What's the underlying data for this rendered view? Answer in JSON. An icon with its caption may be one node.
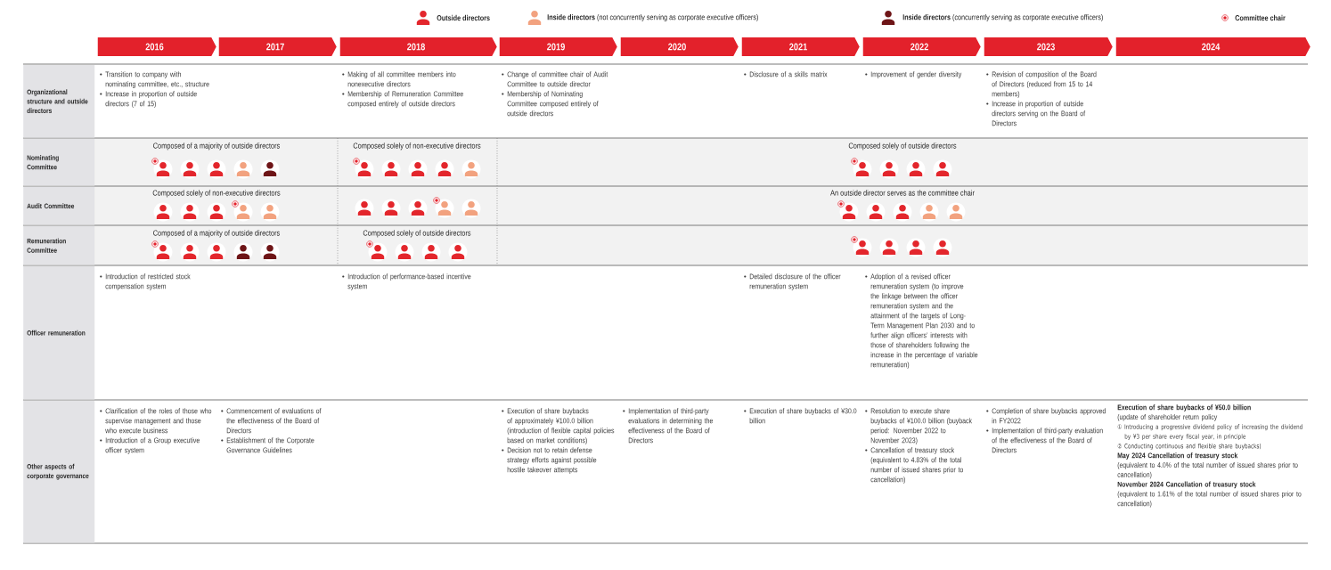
{
  "diagram": {
    "nodes": [
      {
        "text": [
          "2016"
        ]
      },
      {
        "text": [
          "2017"
        ]
      },
      {
        "text": [
          "2018"
        ]
      },
      {
        "text": [
          "2019"
        ]
      },
      {
        "text": [
          "2020"
        ]
      },
      {
        "text": [
          "2021"
        ]
      },
      {
        "text": [
          "2022"
        ]
      },
      {
        "text": [
          "2023"
        ]
      },
      {
        "text": [
          "2024"
        ]
      },
      {
        "text": [
          "Organizational structure and outside directors"
        ]
      },
      {
        "text": [
          "Nominating Committee"
        ]
      },
      {
        "text": [
          "Audit Committee"
        ]
      },
      {
        "text": [
          "Remuneration Committee"
        ]
      },
      {
        "text": [
          "Officer remuneration"
        ]
      },
      {
        "text": [
          "Other aspects of corporate governance"
        ]
      }
    ],
    "labels": [
      "Transition to company with nominating committee, etc., structure",
      "Increase in proportion of outside directors (7 of 15)",
      "Making of all committee members into nonexecutive directors",
      "Membership of Remuneration Committee composed entirely of outside directors",
      "Change of committee chair of Audit Committee to outside director",
      "Membership of Nominating Committee composed entirely of outside directors",
      "Disclosure of a skills matrix",
      "Improvement of gender diversity",
      "Revision of composition of the Board of Directors (reduced from 15 to 14 members)",
      "Increase in proportion of outside directors serving on the Board of Directors",
      "Composed of a majority of outside directors",
      "Composed solely of non-executive directors",
      "Composed solely of outside directors",
      "Composed solely of non-executive directors",
      "An outside director serves as the committee chair",
      "Composed of a majority of outside directors",
      "Composed solely of outside directors",
      "Introduction of restricted stock compensation system",
      "Introduction of performance-based incentive system",
      "Detailed disclosure of the officer remuneration system",
      "Adoption of a revised officer remuneration system (to improve the linkage between the officer remuneration system and the attainment of the targets of Long-Term Management Plan 2030 and to further align officers’ interests with those of shareholders following the increase in the percentage of variable remuneration)",
      "Clarification of the roles of those who supervise management and those who execute business",
      "Introduction of a Group executive officer system",
      "Commencement of evaluations of the effectiveness of the Board of Directors",
      "Establishment of the Corporate Governance Guidelines",
      "Execution of share buybacks of approximately ¥100.0 billion (introduction of flexible capital policies based on market conditions)",
      "Decision not to retain defense strategy efforts against possible hostile takeover attempts",
      "Implementation of third-party evaluations in determining the effectiveness of the Board of Directors",
      "Execution of share buybacks of ¥30.0 billion",
      "Resolution to execute share buybacks of ¥100.0 billion (buyback period: November 2022 to November 2023)",
      "Cancellation of treasury stock (equivalent to 4.83% of the total number of issued shares prior to cancellation)",
      "Completion of share buybacks approved in FY2022",
      "Implementation of third-party evaluation of the effectiveness of the Board of Directors",
      "Execution of share buybacks of ¥50.0 billion",
      "(update of shareholder return policy",
      "① Introducing a progressive dividend policy of increasing the dividend by ¥3 per share every fiscal year, in principle",
      "② Conducting continuous and flexible share buybacks)",
      "May 2024 Cancellation of treasury stock",
      "(equivalent to 4.0% of the total number of issued shares prior to cancellation)",
      "November 2024 Cancellation of treasury stock",
      "(equivalent to 1.61% of the total number of issued shares prior to cancellation)"
    ],
    "legend": [
      {
        "text": "Outside directors",
        "color": "#e3262c"
      },
      {
        "text": "**Inside directors** (not concurrently serving as corporate executive officers)",
        "color": "#f2a27f"
      },
      {
        "text": "**Inside directors** (concurrently serving as corporate executive officers)",
        "color": "#6e1517"
      },
      {
        "text": "Committee chair"
      }
    ]
  }
}
